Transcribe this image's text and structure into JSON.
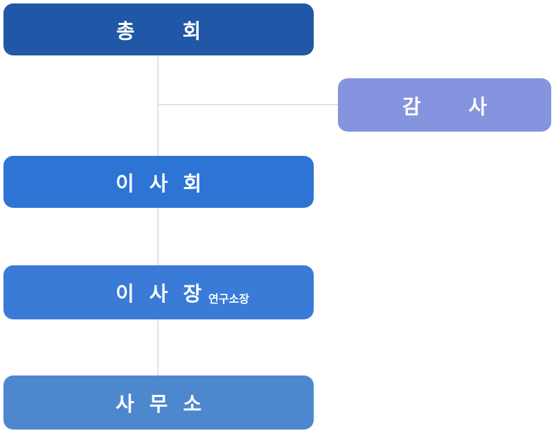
{
  "diagram": {
    "type": "org-chart",
    "connector_color": "#e0e0e0",
    "background_color": "#ffffff",
    "text_color": "#ffffff",
    "nodes": {
      "general_assembly": {
        "label": "총 회",
        "color": "#2057a6"
      },
      "auditor": {
        "label": "감 사",
        "color": "#8594de"
      },
      "board": {
        "label": "이 사 회",
        "color": "#2d74d4"
      },
      "chairman": {
        "label": "이 사 장",
        "sub_label": "연구소장",
        "color": "#3a7bd8"
      },
      "office": {
        "label": "사 무 소",
        "color": "#4d88cf"
      }
    }
  }
}
